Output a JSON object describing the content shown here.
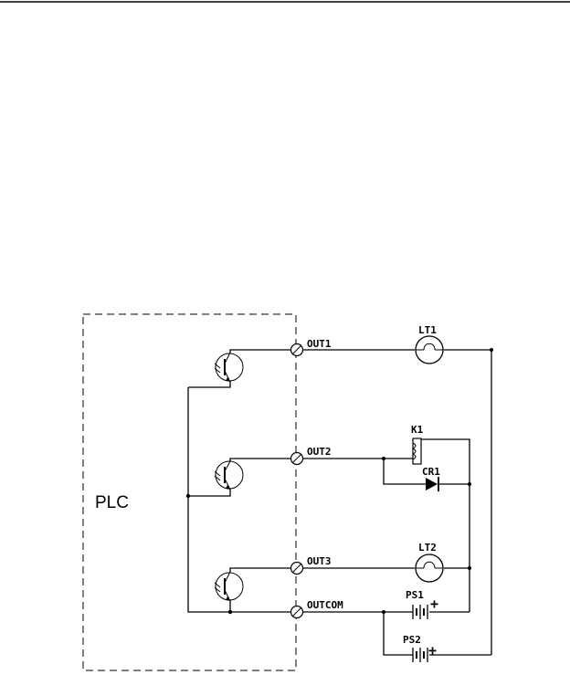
{
  "plc_label": "PLC",
  "terminals": {
    "out1": "OUT1",
    "out2": "OUT2",
    "out3": "OUT3",
    "outcom": "OUTCOM"
  },
  "components": {
    "lt1": "LT1",
    "k1": "K1",
    "cr1": "CR1",
    "lt2": "LT2",
    "ps1": "PS1",
    "ps2": "PS2",
    "plus": "+"
  }
}
